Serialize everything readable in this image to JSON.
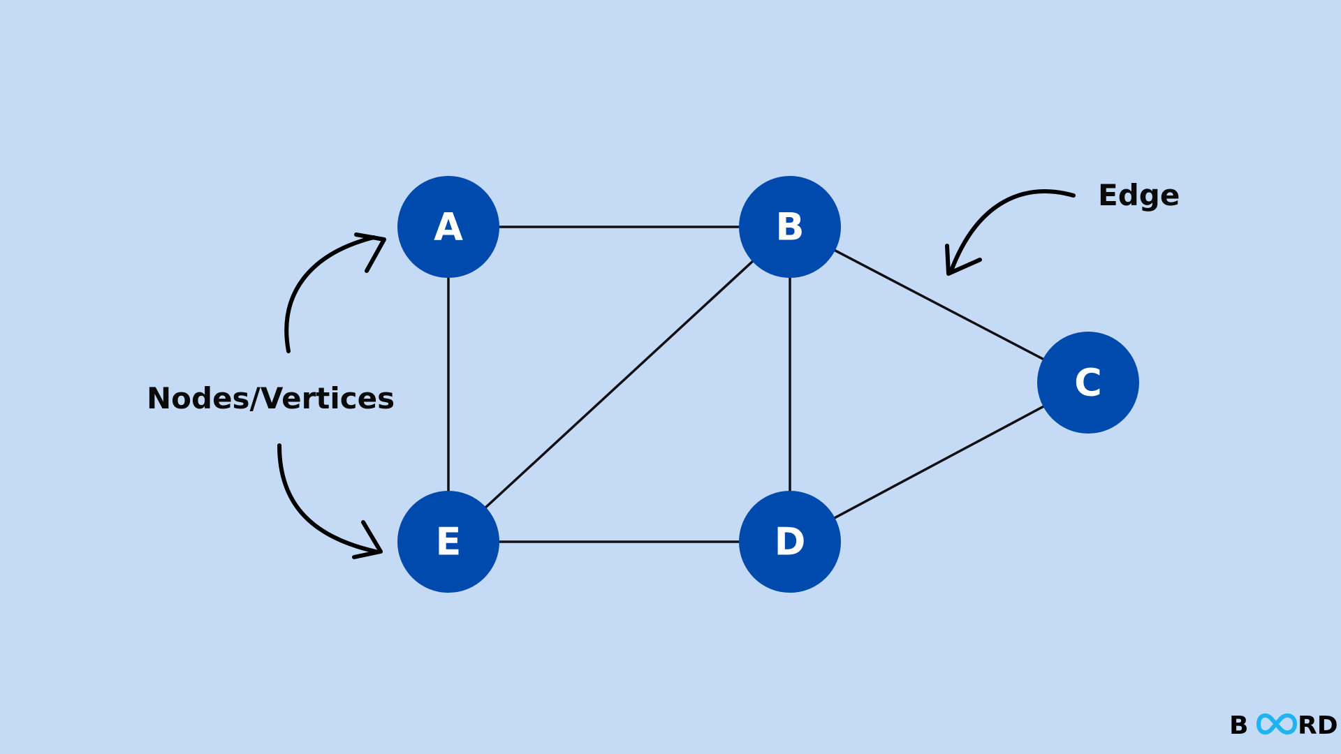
{
  "colors": {
    "background": "#c5dbf5",
    "node_fill": "#004aad",
    "node_text": "#ffffff",
    "edge_stroke": "#0f0f14",
    "logo_accent": "#1eb4f0"
  },
  "nodes": [
    {
      "id": "A",
      "label": "A"
    },
    {
      "id": "B",
      "label": "B"
    },
    {
      "id": "C",
      "label": "C"
    },
    {
      "id": "D",
      "label": "D"
    },
    {
      "id": "E",
      "label": "E"
    }
  ],
  "edges": [
    {
      "from": "A",
      "to": "B"
    },
    {
      "from": "A",
      "to": "E"
    },
    {
      "from": "B",
      "to": "E"
    },
    {
      "from": "B",
      "to": "D"
    },
    {
      "from": "B",
      "to": "C"
    },
    {
      "from": "C",
      "to": "D"
    },
    {
      "from": "E",
      "to": "D"
    }
  ],
  "annotations": {
    "nodes_label": "Nodes/Vertices",
    "edge_label": "Edge"
  },
  "logo": {
    "text_left": "B",
    "text_right": "RD",
    "icon": "infinity-icon"
  }
}
